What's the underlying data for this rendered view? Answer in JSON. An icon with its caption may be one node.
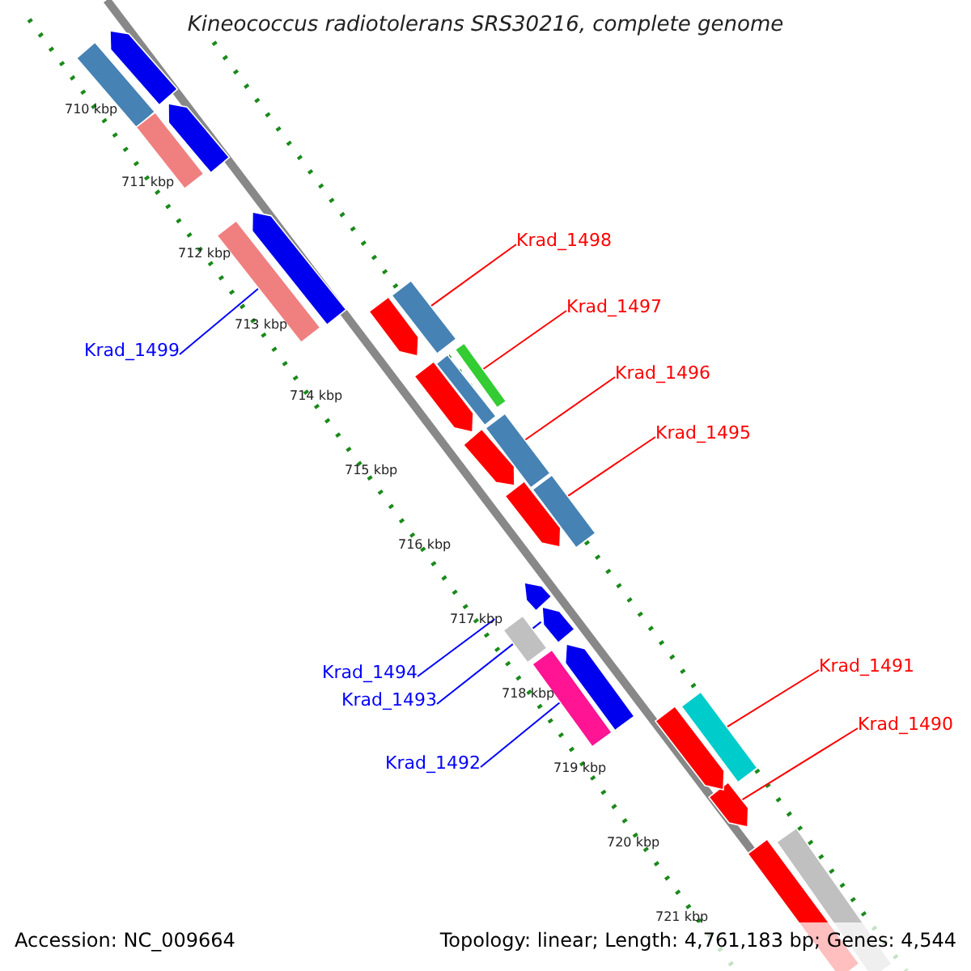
{
  "diagram": {
    "title": "Kineococcus radiotolerans SRS30216, complete genome",
    "nodes": [
      {
        "text": [
          "Krad_1498"
        ]
      },
      {
        "text": [
          "Krad_1497"
        ]
      },
      {
        "text": [
          "Krad_1499"
        ]
      },
      {
        "text": [
          "Krad_1496"
        ]
      },
      {
        "text": [
          "Krad_1495"
        ]
      },
      {
        "text": [
          "Krad_1491"
        ]
      },
      {
        "text": [
          "Krad_1494"
        ]
      },
      {
        "text": [
          "Krad_1493"
        ]
      },
      {
        "text": [
          "Krad_1490"
        ]
      },
      {
        "text": [
          "Krad_1492"
        ]
      },
      {
        "text": [],
        "shape": "bar"
      },
      {
        "text": [],
        "shape": "bar"
      },
      {
        "text": [],
        "shape": "bar"
      },
      {
        "text": [],
        "shape": "bar"
      },
      {
        "text": [],
        "shape": "bar"
      },
      {
        "text": [],
        "shape": "bar"
      },
      {
        "text": [],
        "shape": "bar"
      },
      {
        "text": [],
        "shape": "bar"
      },
      {
        "text": [],
        "shape": "bar"
      },
      {
        "text": [],
        "shape": "bar"
      },
      {
        "text": [],
        "shape": "bar"
      },
      {
        "text": [],
        "shape": "bar"
      },
      {
        "text": [],
        "shape": "bar"
      },
      {
        "text": [],
        "shape": "bar"
      },
      {
        "text": [],
        "shape": "bar"
      },
      {
        "text": [],
        "shape": "bar"
      },
      {
        "text": [],
        "shape": "bar"
      },
      {
        "text": [],
        "shape": "bar"
      },
      {
        "text": [],
        "shape": "bar"
      },
      {
        "text": [],
        "shape": "bar"
      },
      {
        "text": [],
        "shape": "bar"
      },
      {
        "text": [],
        "shape": "bar"
      },
      {
        "text": [],
        "shape": "bar"
      },
      {
        "text": [],
        "shape": "bar"
      },
      {
        "text": [],
        "shape": "bar"
      }
    ],
    "edges": [
      {
        "from": 0,
        "to": 10,
        "arrow": "none",
        "color": "#ff0000"
      },
      {
        "from": 1,
        "to": 11,
        "arrow": "none",
        "color": "#ff0000"
      },
      {
        "from": 2,
        "to": 12,
        "arrow": "none",
        "color": "#0000ff"
      },
      {
        "from": 3,
        "to": 13,
        "arrow": "none",
        "color": "#ff0000"
      },
      {
        "from": 4,
        "to": 14,
        "arrow": "none",
        "color": "#ff0000"
      },
      {
        "from": 5,
        "to": 15,
        "arrow": "none",
        "color": "#ff0000"
      },
      {
        "from": 6,
        "to": 16,
        "arrow": "none",
        "color": "#0000ff"
      },
      {
        "from": 7,
        "to": 17,
        "arrow": "none",
        "color": "#0000ff"
      },
      {
        "from": 8,
        "to": 18,
        "arrow": "none",
        "color": "#ff0000"
      },
      {
        "from": 9,
        "to": 19,
        "arrow": "none",
        "color": "#0000ff"
      }
    ],
    "labels": [
      "710 kbp",
      "711 kbp",
      "712 kbp",
      "713 kbp",
      "714 kbp",
      "715 kbp",
      "716 kbp",
      "717 kbp",
      "718 kbp",
      "719 kbp",
      "720 kbp",
      "721 kbp",
      "Accession: NC_009664",
      "Topology: linear; Length: 4,761,183 bp; Genes: 4,544"
    ]
  }
}
